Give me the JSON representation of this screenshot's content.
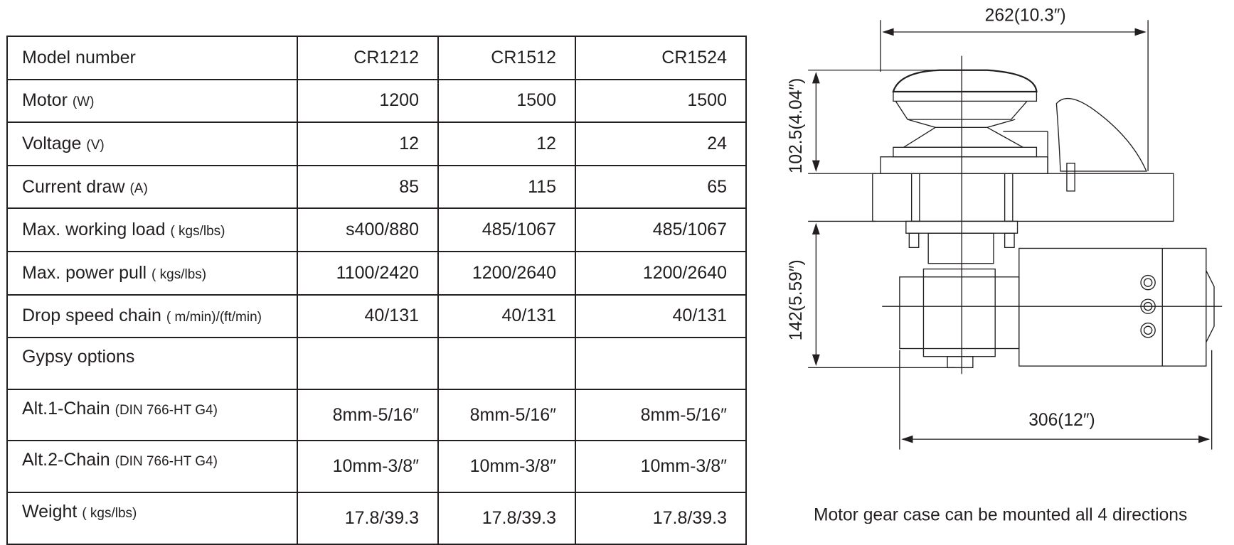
{
  "table": {
    "header": {
      "label": "Model number",
      "models": [
        "CR1212",
        "CR1512",
        "CR1524"
      ]
    },
    "rows": [
      {
        "label": "Motor",
        "unit": "(W)",
        "values": [
          "1200",
          "1500",
          "1500"
        ]
      },
      {
        "label": "Voltage",
        "unit": "(V)",
        "values": [
          "12",
          "12",
          "24"
        ]
      },
      {
        "label": "Current draw",
        "unit": "(A)",
        "values": [
          "85",
          "115",
          "65"
        ]
      },
      {
        "label": "Max. working load",
        "unit": "( kgs/lbs)",
        "values": [
          "s400/880",
          "485/1067",
          "485/1067"
        ]
      },
      {
        "label": "Max. power pull",
        "unit": "( kgs/lbs)",
        "values": [
          "1100/2420",
          "1200/2640",
          "1200/2640"
        ]
      },
      {
        "label": "Drop speed chain",
        "unit": "( m/min)/(ft/min)",
        "values": [
          "40/131",
          "40/131",
          "40/131"
        ]
      },
      {
        "label": "Gypsy options",
        "unit": "",
        "values": [
          "",
          "",
          ""
        ]
      },
      {
        "label": "Alt.1-Chain",
        "unit": "(DIN 766-HT G4)",
        "values": [
          "8mm-5/16″",
          "8mm-5/16″",
          "8mm-5/16″"
        ]
      },
      {
        "label": "Alt.2-Chain",
        "unit": "(DIN 766-HT G4)",
        "values": [
          "10mm-3/8″",
          "10mm-3/8″",
          "10mm-3/8″"
        ]
      },
      {
        "label": "Weight",
        "unit": "( kgs/lbs)",
        "values": [
          "17.8/39.3",
          "17.8/39.3",
          "17.8/39.3"
        ]
      }
    ]
  },
  "diagram": {
    "width_top": "262(10.3″)",
    "height_top": "102.5(4.04″)",
    "height_bottom": "142(5.59″)",
    "width_bottom": "306(12″)",
    "caption": "Motor gear case can be mounted all 4 directions"
  }
}
